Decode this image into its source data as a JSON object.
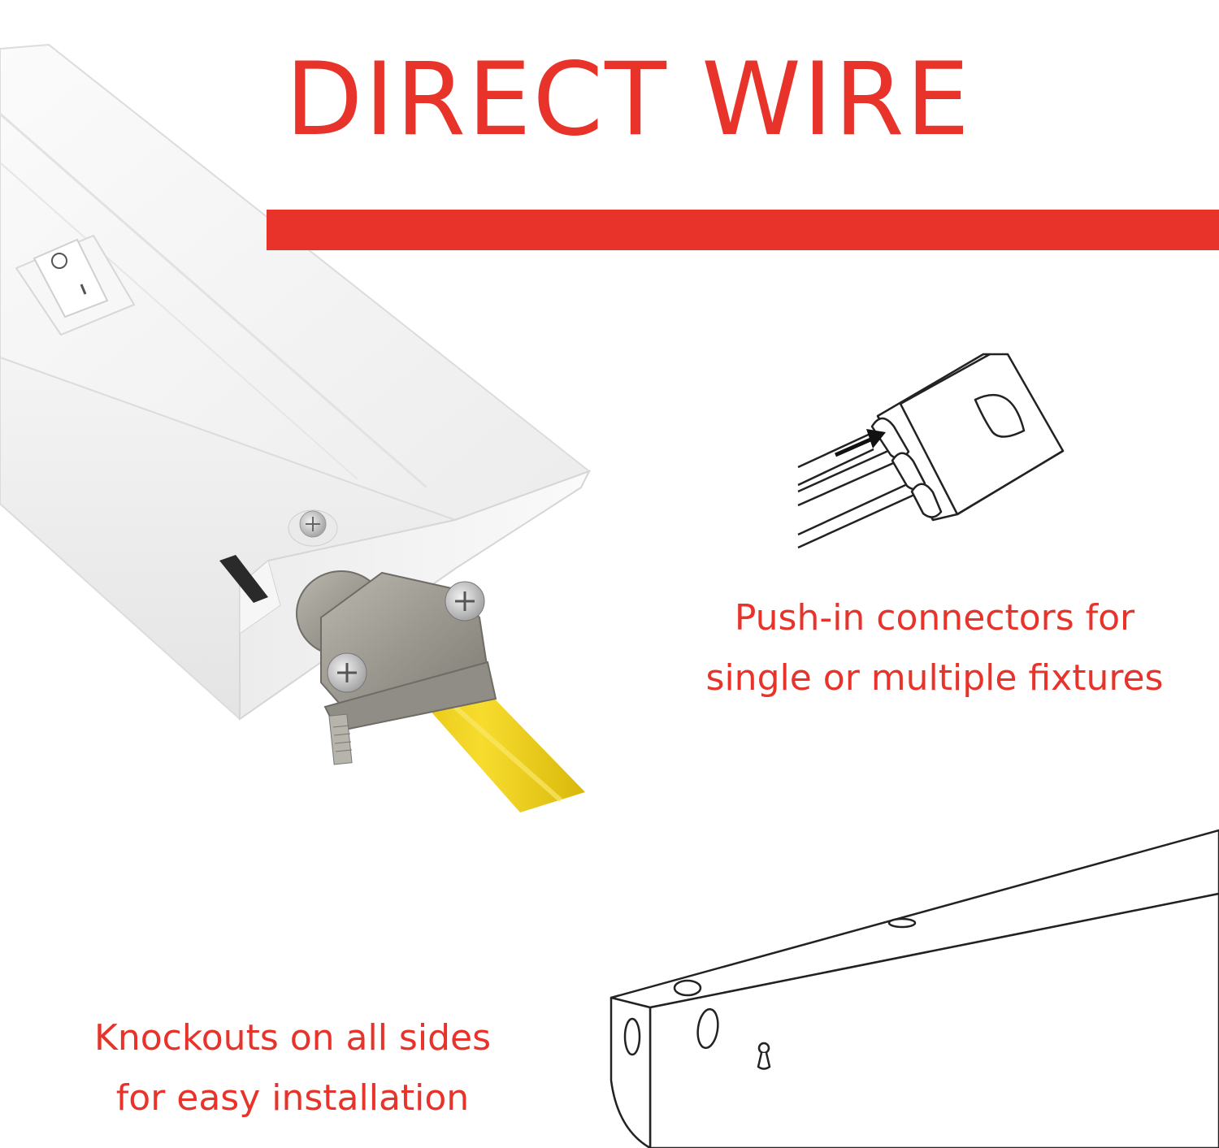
{
  "title": "DIRECT WIRE",
  "colors": {
    "accent_red": "#e8332a",
    "fixture_white": "#ffffff",
    "cable_yellow": "#f2d21a",
    "clamp_gray": "#9a988f"
  },
  "switch_symbols": {
    "off": "O",
    "on": "I"
  },
  "features": [
    {
      "line1": "Push-in connectors for",
      "line2": "single or multiple fixtures",
      "icon": "push-in-connector-icon"
    },
    {
      "line1": "Knockouts on all sides",
      "line2": "for easy installation",
      "icon": "knockout-fixture-icon"
    }
  ]
}
